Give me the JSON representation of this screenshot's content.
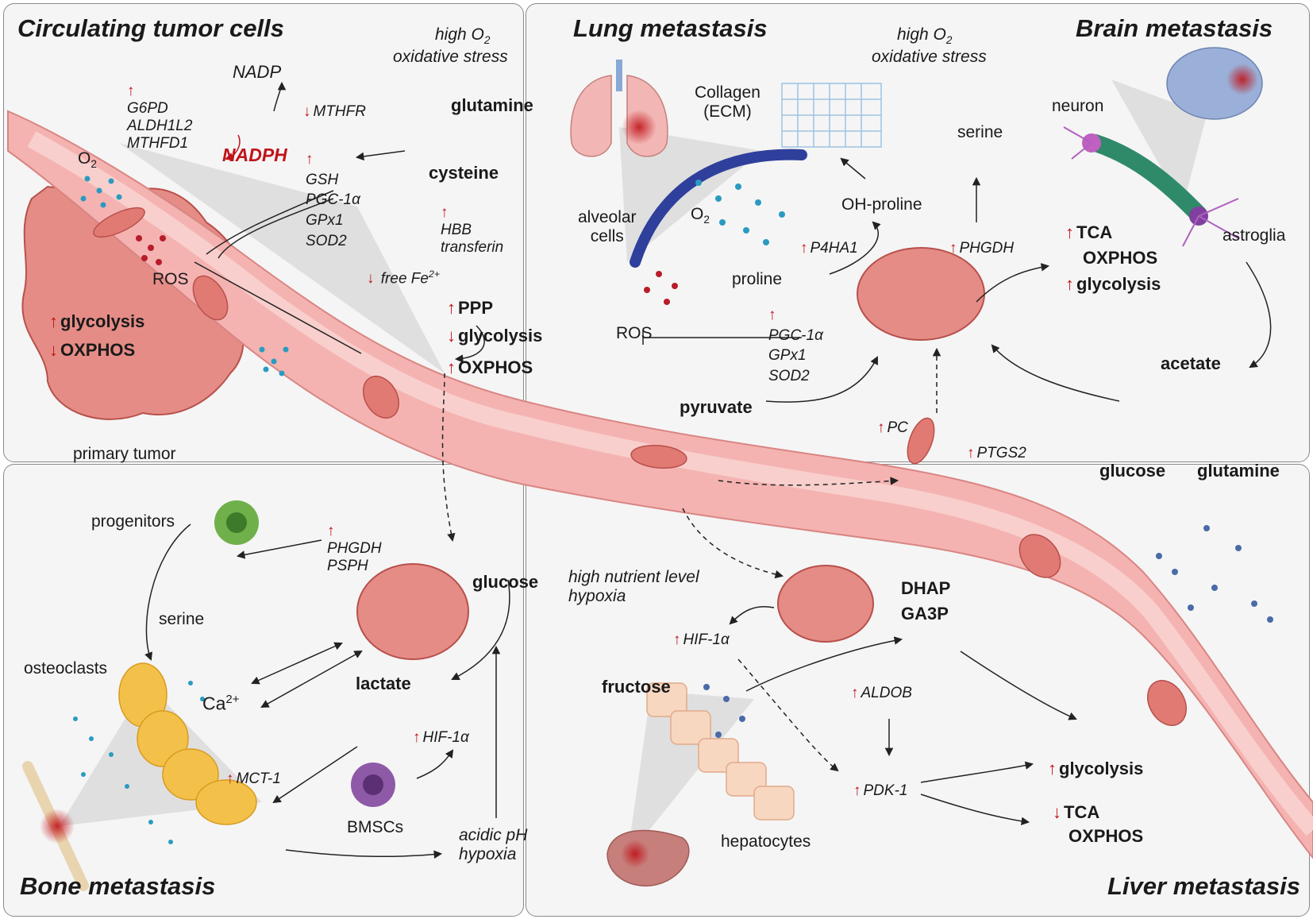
{
  "panels": {
    "ctc": "Circulating tumor cells",
    "lung": "Lung metastasis",
    "brain": "Brain metastasis",
    "bone": "Bone metastasis",
    "liver": "Liver metastasis"
  },
  "ctc": {
    "high_o2": "high O",
    "high_o2_sub": "2",
    "ox_stress": "oxidative stress",
    "nadp": "NADP",
    "nadph": "NADPH",
    "genes_up": [
      "G6PD",
      "ALDH1L2",
      "MTHFD1"
    ],
    "mthfr": "MTHFR",
    "antiox": [
      "GSH",
      "PGC-1α",
      "GPx1",
      "SOD2"
    ],
    "glutamine": "glutamine",
    "cysteine": "cysteine",
    "hbb": [
      "HBB",
      "transferin"
    ],
    "free_fe": "free Fe",
    "free_fe_sup": "2+",
    "o2": "O",
    "o2_sub": "2",
    "ros": "ROS",
    "ppp": "PPP",
    "glycolysis_down": "glycolysis",
    "oxphos_up": "OXPHOS",
    "glycolysis_up": "glycolysis",
    "oxphos_down": "OXPHOS",
    "primary_tumor": "primary tumor"
  },
  "lung": {
    "high_o2": "high O",
    "high_o2_sub": "2",
    "ox_stress": "oxidative stress",
    "collagen": "Collagen",
    "ecm": "(ECM)",
    "serine": "serine",
    "alveolar": "alveolar",
    "cells": "cells",
    "o2": "O",
    "o2_sub": "2",
    "oh_proline": "OH-proline",
    "p4ha1": "P4HA1",
    "phgdh": "PHGDH",
    "proline": "proline",
    "ros": "ROS",
    "antiox": [
      "PGC-1α",
      "GPx1",
      "SOD2"
    ],
    "pyruvate": "pyruvate",
    "pc": "PC",
    "ptgs2": "PTGS2"
  },
  "brain": {
    "neuron": "neuron",
    "astroglia": "astroglia",
    "tca": "TCA",
    "oxphos": "OXPHOS",
    "glycolysis": "glycolysis",
    "acetate": "acetate",
    "glucose": "glucose",
    "glutamine": "glutamine"
  },
  "bone": {
    "progenitors": "progenitors",
    "genes": [
      "PHGDH",
      "PSPH"
    ],
    "serine": "serine",
    "glucose": "glucose",
    "osteoclasts": "osteoclasts",
    "ca": "Ca",
    "ca_sup": "2+",
    "lactate": "lactate",
    "hif": "HIF-1α",
    "mct": "MCT-1",
    "bmscs": "BMSCs",
    "acidic": [
      "acidic pH",
      "hypoxia"
    ]
  },
  "liver": {
    "nutrient": [
      "high nutrient level",
      "hypoxia"
    ],
    "hif": "HIF-1α",
    "dhap": "DHAP",
    "ga3p": "GA3P",
    "fructose": "fructose",
    "aldob": "ALDOB",
    "pdk": "PDK-1",
    "glycolysis": "glycolysis",
    "tca": "TCA",
    "oxphos": "OXPHOS",
    "hepatocytes": "hepatocytes"
  },
  "colors": {
    "vessel": "#f4b3b1",
    "vessel_edge": "#d98583",
    "tumor": "#e58c86",
    "tumor_edge": "#b8504c",
    "o2_dot": "#2a9bc0",
    "ros_dot": "#b81c2b",
    "up_arrow": "#c0141a",
    "osteoclast": "#f3c14a",
    "hepatocyte": "#f8d7c0"
  }
}
